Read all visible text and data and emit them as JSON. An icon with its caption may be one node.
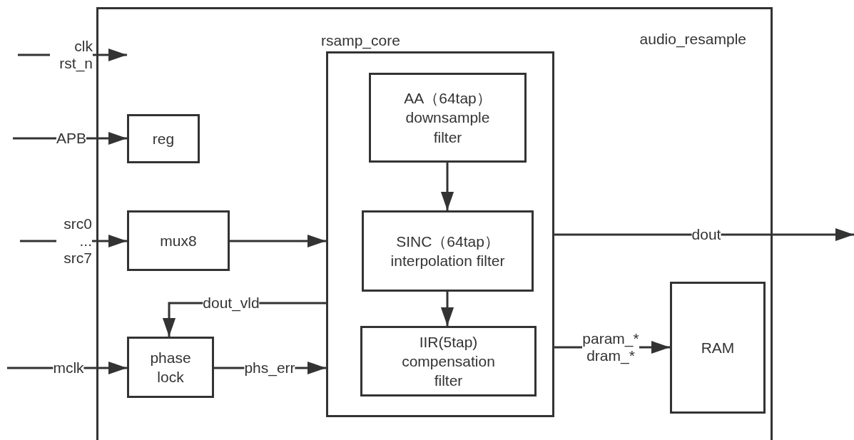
{
  "diagram": {
    "nodes": [
      {
        "text": [
          "audio_resample"
        ]
      },
      {
        "text": [
          "reg"
        ],
        "in": 0
      },
      {
        "text": [
          "mux8"
        ],
        "in": 0
      },
      {
        "text": [
          "phase lock"
        ],
        "in": 0
      },
      {
        "text": [
          "rsamp_core"
        ],
        "in": 0
      },
      {
        "text": [
          "AA（64tap） downsample filter"
        ],
        "in": 4
      },
      {
        "text": [
          "SINC（64tap） interpolation filter"
        ],
        "in": 4
      },
      {
        "text": [
          "IIR(5tap) compensation filter"
        ],
        "in": 4
      },
      {
        "text": [
          "RAM"
        ],
        "in": 0
      }
    ],
    "edges": [
      {
        "from": null,
        "to": 0,
        "arrow": "to",
        "label": "clk rst_n"
      },
      {
        "from": null,
        "to": 1,
        "arrow": "to",
        "label": "APB"
      },
      {
        "from": null,
        "to": 2,
        "arrow": "to",
        "label": "src0 ... src7"
      },
      {
        "from": null,
        "to": 3,
        "arrow": "to",
        "label": "mclk"
      },
      {
        "from": 2,
        "to": 4,
        "arrow": "to"
      },
      {
        "from": 4,
        "to": 3,
        "arrow": "to",
        "label": "dout_vld"
      },
      {
        "from": 3,
        "to": 4,
        "arrow": "to",
        "label": "phs_err"
      },
      {
        "from": 5,
        "to": 6,
        "arrow": "to"
      },
      {
        "from": 6,
        "to": 7,
        "arrow": "to"
      },
      {
        "from": 4,
        "to": null,
        "arrow": "to",
        "label": "dout"
      },
      {
        "from": 4,
        "to": 8,
        "arrow": "to",
        "label": "param_* dram_*"
      }
    ]
  }
}
